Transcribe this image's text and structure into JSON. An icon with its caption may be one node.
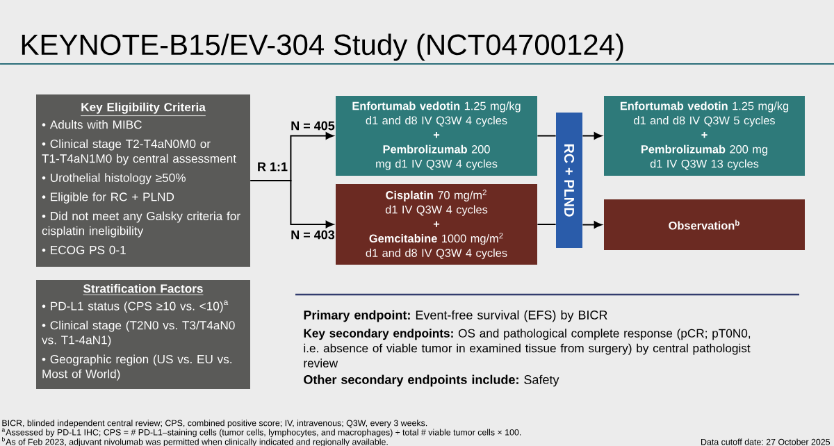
{
  "diagram": {
    "title": "KEYNOTE-B15/EV-304 Study (NCT04700124)",
    "nodes": [
      {
        "text": [
          "Key Eligibility Criteria",
          "• Adults with MIBC",
          "• Clinical stage T2-T4aN0M0 or T1-T4aN1M0 by central assessment",
          "• Urothelial histology ≥50%",
          "• Eligible for RC + PLND",
          "• Did not meet any Galsky criteria for cisplatin ineligibility",
          "• ECOG PS 0-1"
        ]
      },
      {
        "text": [
          "Stratification Factors",
          "• PD-L1 status (CPS ≥10 vs. <10)$^{a}$",
          "• Clinical stage (T2N0 vs. T3/T4aN0 vs. T1-4aN1)",
          "• Geographic region (US vs. EU vs. Most of World)"
        ]
      },
      {
        "text": [
          "**Enfortumab vedotin** 1.25 mg/kg d1 and d8 IV Q3W 4 cycles",
          "+",
          "**Pembrolizumab** 200 mg d1 IV Q3W 4 cycles"
        ]
      },
      {
        "text": [
          "**Cisplatin** 70 mg/m$^{2}$ d1 IV Q3W 4 cycles",
          "+",
          "**Gemcitabine** 1000 mg/m$^{2}$ d1 and d8 IV Q3W 4 cycles"
        ]
      },
      {
        "text": [
          "RC + PLND"
        ]
      },
      {
        "text": [
          "**Enfortumab vedotin** 1.25 mg/kg d1 and d8 IV Q3W 5 cycles",
          "+",
          "**Pembrolizumab** 200 mg d1 IV Q3W 13 cycles"
        ]
      },
      {
        "text": [
          "Observation$^{b}$"
        ]
      }
    ],
    "edges": [
      {
        "from": 0,
        "to": 2,
        "arrow": "to",
        "label": "N = 405"
      },
      {
        "from": 0,
        "to": 3,
        "arrow": "to",
        "label": "N = 403"
      },
      {
        "from": 2,
        "to": 4,
        "arrow": "none"
      },
      {
        "from": 3,
        "to": 4,
        "arrow": "none"
      },
      {
        "from": 4,
        "to": 5,
        "arrow": "to"
      },
      {
        "from": 4,
        "to": 6,
        "arrow": "to"
      }
    ],
    "labels": [
      "R 1:1",
      "**Primary endpoint:** Event-free survival (EFS) by BICR",
      "**Key secondary endpoints:** OS and pathological complete response (pCR; pT0N0, i.e. absence of viable tumor in examined tissue from surgery) by central pathologist review",
      "**Other secondary endpoints include:** Safety",
      "BICR, blinded independent central review; CPS, combined positive score; IV, intravenous; Q3W, every 3 weeks.",
      "$^{a}$Assessed by PD-L1 IHC; CPS = # PD-L1–staining cells (tumor cells, lymphocytes, and macrophages) ÷ total # viable tumor cells × 100.",
      "$^{b}$As of Feb 2023, adjuvant nivolumab was permitted when clinically indicated and regionally available.",
      "Data cutoff date: 27 October 2025"
    ]
  }
}
